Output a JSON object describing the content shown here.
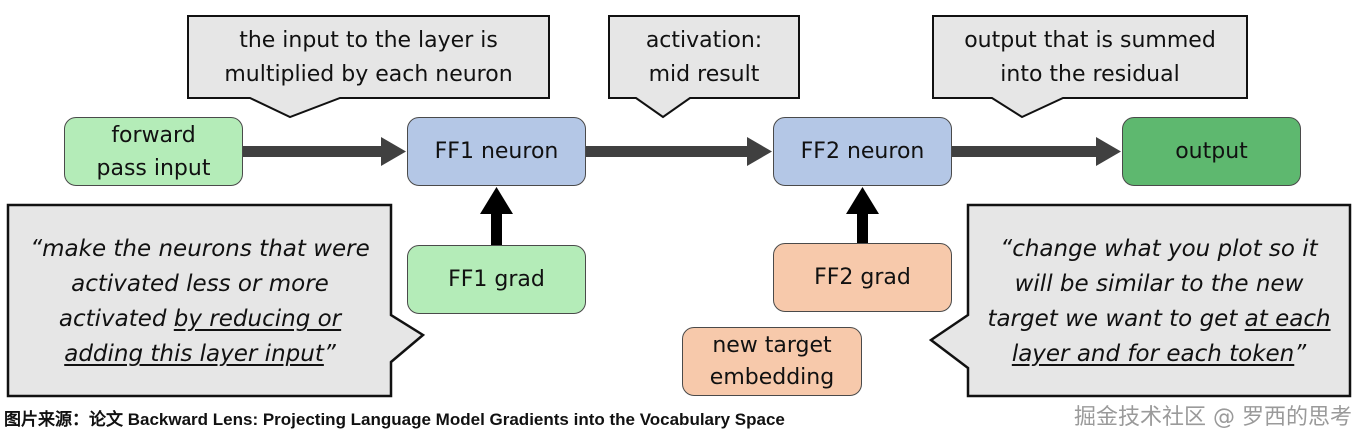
{
  "colors": {
    "input_node": "#b4ecb8",
    "neuron_node": "#b4c7e6",
    "output_node": "#5eb86f",
    "grad_ff1": "#b4ecb8",
    "grad_ff2": "#f7c9ab",
    "callout_fill": "#e6e6e6",
    "arrow_gray": "#404040",
    "arrow_black": "#000000"
  },
  "nodes": {
    "forward_input": {
      "line1": "forward",
      "line2": "pass input"
    },
    "ff1_neuron": "FF1 neuron",
    "ff2_neuron": "FF2 neuron",
    "output": "output",
    "ff1_grad": "FF1 grad",
    "ff2_grad": "FF2 grad",
    "new_target": {
      "line1": "new target",
      "line2": "embedding"
    }
  },
  "callouts": {
    "input_note": {
      "line1": "the input to the layer is",
      "line2": "multiplied by each neuron"
    },
    "activation_note": {
      "line1": "activation:",
      "line2": "mid result"
    },
    "output_note": {
      "line1": "output that is summed",
      "line2": "into the residual"
    },
    "ff1_quote": {
      "line1": "“make the neurons that were",
      "line2": "activated less or more",
      "line3_plain": "activated ",
      "line3_underlined": "by reducing or",
      "line4_underlined": "adding this layer input",
      "line4_end": "”"
    },
    "ff2_quote": {
      "line1": "“change what you plot so it",
      "line2": "will be similar to the new",
      "line3_plain": "target we want to get ",
      "line3_underlined": "at each",
      "line4_underlined": "layer and for each token",
      "line4_end": "”"
    }
  },
  "caption": "图片来源：论文 Backward Lens: Projecting Language Model Gradients into the Vocabulary Space",
  "watermark": "掘金技术社区 @ 罗西的思考"
}
